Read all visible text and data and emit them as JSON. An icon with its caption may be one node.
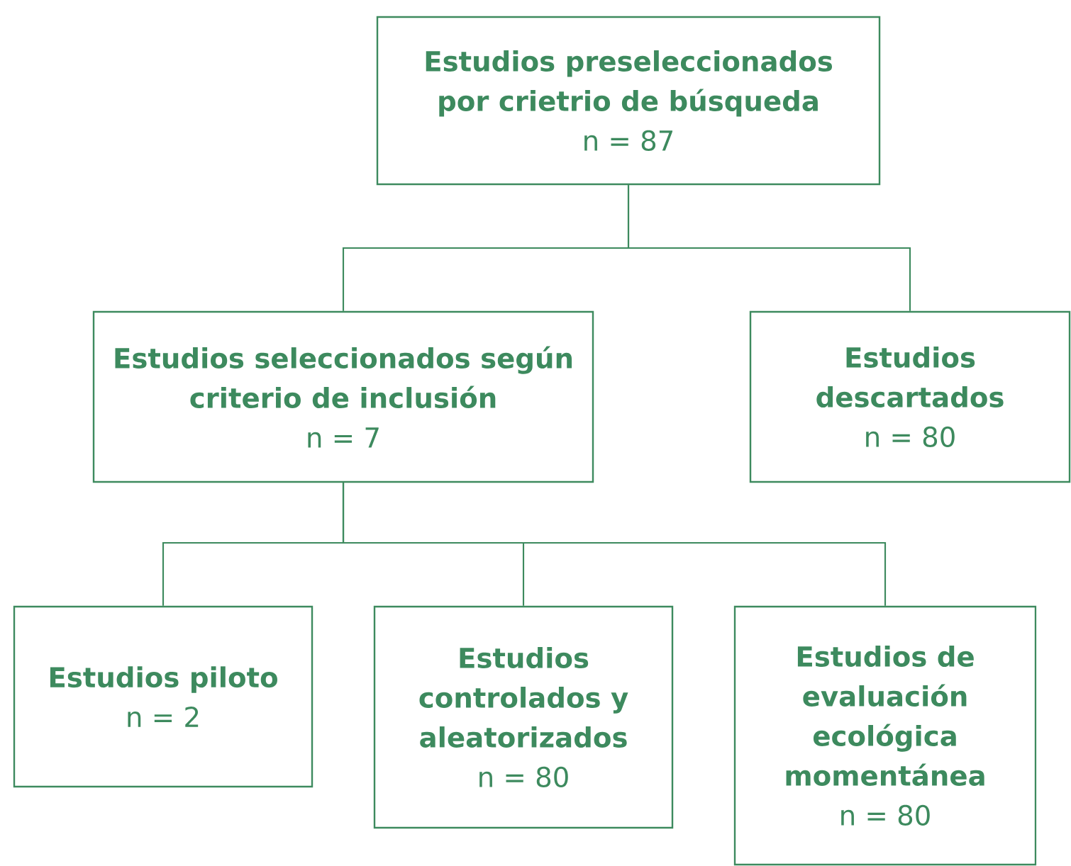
{
  "diagram": {
    "nodes": [
      {
        "text": [
          "Estudios preseleccionados por crietrio de búsqueda",
          "n = 87"
        ]
      },
      {
        "text": [
          "Estudios seleccionados según criterio de inclusión",
          "n = 7"
        ]
      },
      {
        "text": [
          "Estudios descartados",
          "n = 80"
        ]
      },
      {
        "text": [
          "Estudios piloto",
          "n = 2"
        ]
      },
      {
        "text": [
          "Estudios controlados y aleatorizados",
          "n = 80"
        ]
      },
      {
        "text": [
          "Estudios de evaluación ecológica momentánea",
          "n = 80"
        ]
      }
    ],
    "edges": [
      {
        "from": 0,
        "to": 1,
        "arrow": "none"
      },
      {
        "from": 0,
        "to": 2,
        "arrow": "none"
      },
      {
        "from": 1,
        "to": 3,
        "arrow": "none"
      },
      {
        "from": 1,
        "to": 4,
        "arrow": "none"
      },
      {
        "from": 1,
        "to": 5,
        "arrow": "none"
      }
    ]
  }
}
